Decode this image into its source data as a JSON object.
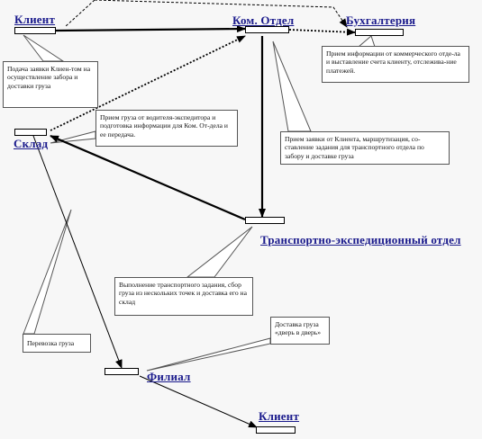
{
  "nodes": {
    "client_top": "Клиент",
    "kom_otdel": "Ком. Отдел",
    "buhgalteria": "Бухгалтерия",
    "sklad": "Склад",
    "transport": "Транспортно-экспедиционный отдел",
    "filial": "Филиал",
    "client_bottom": "Клиент"
  },
  "notes": {
    "client_request": "Подача заявки Клиен-том на осуществление забора и доставки груза",
    "buh_receive": "Прием информации от коммерческого отде-ла и выставление счета клиенту, отслежива-ние платежей.",
    "sklad_receive": "Прием груза от водителя-экспедитора и подготовка информации для Ком. От-дела и ее передача.",
    "kom_receive": "Прием заявки от Клиента, маршрутизация, со-ставление задания для транспортного отдела по забору и доставке груза",
    "transport_task": "Выполнение транспортного задания, сбор груза из нескольких точек и доставка его на склад",
    "perevozka": "Перевозка груза",
    "delivery": "Доставка груза «дверь в дверь»"
  }
}
